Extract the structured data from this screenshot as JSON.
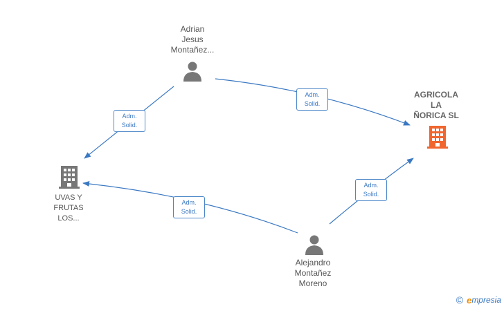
{
  "nodes": {
    "adrian": {
      "label_lines": [
        "Adrian",
        "Jesus",
        "Montañez..."
      ]
    },
    "alejandro": {
      "label_lines": [
        "Alejandro",
        "Montañez",
        "Moreno"
      ]
    },
    "agricola": {
      "label_lines": [
        "AGRICOLA",
        "LA",
        "ÑORICA  SL"
      ]
    },
    "uvas": {
      "label_lines": [
        "UVAS Y",
        "FRUTAS",
        "LOS..."
      ]
    }
  },
  "edges": [
    {
      "from": "adrian",
      "to": "agricola",
      "label_lines": [
        "Adm.",
        "Solid."
      ]
    },
    {
      "from": "adrian",
      "to": "uvas",
      "label_lines": [
        "Adm.",
        "Solid."
      ]
    },
    {
      "from": "alejandro",
      "to": "uvas",
      "label_lines": [
        "Adm.",
        "Solid."
      ]
    },
    {
      "from": "alejandro",
      "to": "agricola",
      "label_lines": [
        "Adm.",
        "Solid."
      ]
    }
  ],
  "colors": {
    "edge": "#3a78c2",
    "person_icon": "#777777",
    "company_icon": "#777777",
    "main_company_icon": "#f0662e"
  },
  "footer": {
    "copyright_symbol": "©",
    "brand_initial": "e",
    "brand_rest": "mpresia"
  }
}
